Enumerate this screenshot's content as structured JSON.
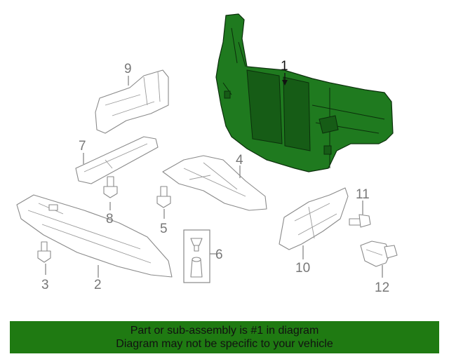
{
  "callouts": {
    "c1": "1",
    "c2": "2",
    "c3": "3",
    "c4": "4",
    "c5": "5",
    "c6": "6",
    "c7": "7",
    "c8": "8",
    "c9": "9",
    "c10": "10",
    "c11": "11",
    "c12": "12"
  },
  "banner": {
    "line1": "Part or sub-assembly is #1 in diagram",
    "line2": "Diagram may not be specific to your vehicle"
  },
  "colors": {
    "highlight": "#1f7a1f",
    "banner": "#1f7a12",
    "outline": "#8a8a8a"
  }
}
